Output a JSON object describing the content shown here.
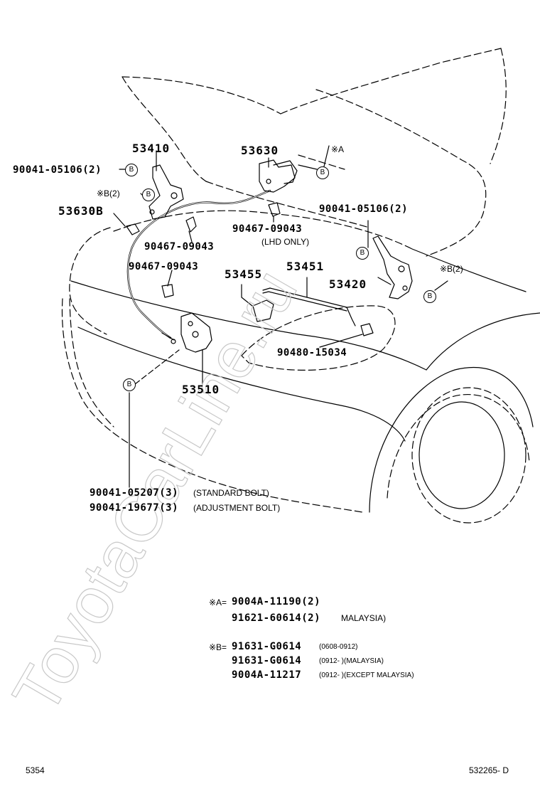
{
  "diagram": {
    "watermark": "ToyotaCarLine.ru",
    "callouts": {
      "p53410": "53410",
      "p53630": "53630",
      "p90041_05106_left": "90041-05106(2)",
      "b_left1": "B",
      "note_b2_left": "※B(2)",
      "b_left2": "B",
      "p53630B": "53630B",
      "p90467_left": "90467-09043",
      "p90467_mid": "90467-09043",
      "p90467_lhd": "90467-09043",
      "lhd_only": "(LHD ONLY)",
      "note_a_top": "※A",
      "b_top": "B",
      "p90041_05106_right": "90041-05106(2)",
      "b_right1": "B",
      "note_b2_right": "※B(2)",
      "p53420": "53420",
      "b_right2": "B",
      "p53455": "53455",
      "p53451": "53451",
      "p90480": "90480-15034",
      "p53510": "53510",
      "b_bottom": "B",
      "p90041_05207": "90041-05207(3)",
      "std_bolt": "(STANDARD BOLT)",
      "p90041_19677": "90041-19677(3)",
      "adj_bolt": "(ADJUSTMENT BOLT)"
    },
    "notes": {
      "a_prefix": "※A=",
      "a_line1": "9004A-11190(2)",
      "a_line2": "91621-60614(2)",
      "a_line2_note": "MALAYSIA)",
      "b_prefix": "※B=",
      "b_line1": "91631-G0614",
      "b_line1_note": "(0608-0912)",
      "b_line2": "91631-G0614",
      "b_line2_note": "(0912-      )(MALAYSIA)",
      "b_line3": "9004A-11217",
      "b_line3_note": "(0912-      )(EXCEPT MALAYSIA)"
    },
    "footer": {
      "left": "5354",
      "right": "532265- D"
    }
  }
}
